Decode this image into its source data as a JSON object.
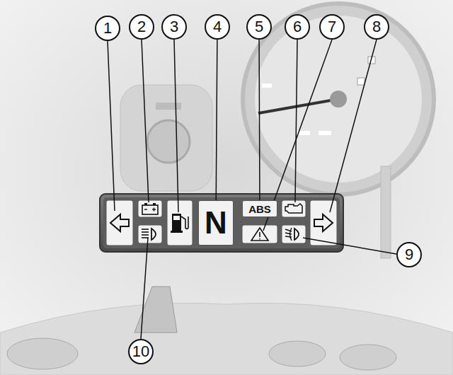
{
  "diagram": {
    "nodes": [
      {
        "text": [
          "1"
        ]
      },
      {
        "text": [
          "2"
        ]
      },
      {
        "text": [
          "3"
        ]
      },
      {
        "text": [
          "4"
        ]
      },
      {
        "text": [
          "5"
        ]
      },
      {
        "text": [
          "6"
        ]
      },
      {
        "text": [
          "7"
        ]
      },
      {
        "text": [
          "8"
        ]
      },
      {
        "text": [
          "N"
        ]
      },
      {
        "text": [
          "ABS"
        ]
      },
      {
        "text": [
          "9"
        ]
      },
      {
        "text": [
          "10"
        ]
      }
    ],
    "edges": [
      {
        "from": 3,
        "to": 8,
        "arrow": "none"
      },
      {
        "from": 4,
        "to": 9,
        "arrow": "none"
      }
    ]
  }
}
